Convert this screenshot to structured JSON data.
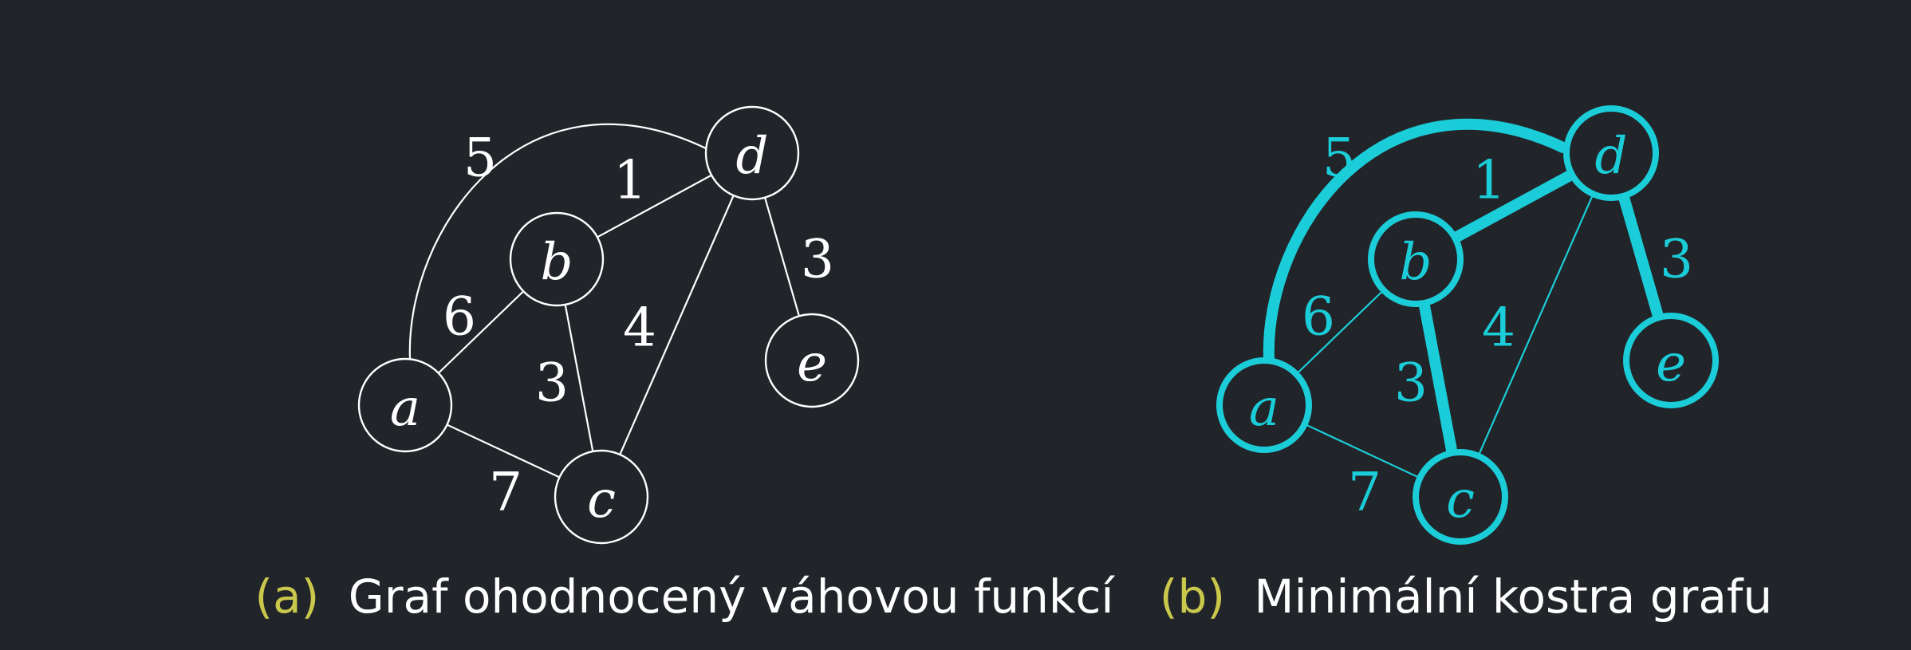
{
  "colors": {
    "background": "#212429",
    "plain": "#ffffff",
    "highlight": "#1bcdd8",
    "caption_marker": "#c9c84c",
    "caption_text": "#ffffff"
  },
  "panels": [
    {
      "id": "a",
      "caption_marker": "(a)",
      "caption_text": "Graf ohodnocený váhovou funkcí",
      "nodes": [
        {
          "id": "a",
          "label": "a",
          "highlighted": false
        },
        {
          "id": "b",
          "label": "b",
          "highlighted": false
        },
        {
          "id": "c",
          "label": "c",
          "highlighted": false
        },
        {
          "id": "d",
          "label": "d",
          "highlighted": false
        },
        {
          "id": "e",
          "label": "e",
          "highlighted": false
        }
      ],
      "edges": [
        {
          "from": "a",
          "to": "d",
          "weight": "5",
          "in_tree": false
        },
        {
          "from": "b",
          "to": "d",
          "weight": "1",
          "in_tree": false
        },
        {
          "from": "d",
          "to": "e",
          "weight": "3",
          "in_tree": false
        },
        {
          "from": "a",
          "to": "b",
          "weight": "6",
          "in_tree": false
        },
        {
          "from": "c",
          "to": "d",
          "weight": "4",
          "in_tree": false
        },
        {
          "from": "b",
          "to": "c",
          "weight": "3",
          "in_tree": false
        },
        {
          "from": "a",
          "to": "c",
          "weight": "7",
          "in_tree": false
        }
      ]
    },
    {
      "id": "b",
      "caption_marker": "(b)",
      "caption_text": "Minimální kostra grafu",
      "nodes": [
        {
          "id": "a",
          "label": "a",
          "highlighted": true
        },
        {
          "id": "b",
          "label": "b",
          "highlighted": true
        },
        {
          "id": "c",
          "label": "c",
          "highlighted": true
        },
        {
          "id": "d",
          "label": "d",
          "highlighted": true
        },
        {
          "id": "e",
          "label": "e",
          "highlighted": true
        }
      ],
      "edges": [
        {
          "from": "a",
          "to": "d",
          "weight": "5",
          "in_tree": true
        },
        {
          "from": "b",
          "to": "d",
          "weight": "1",
          "in_tree": true
        },
        {
          "from": "d",
          "to": "e",
          "weight": "3",
          "in_tree": true
        },
        {
          "from": "a",
          "to": "b",
          "weight": "6",
          "in_tree": false
        },
        {
          "from": "c",
          "to": "d",
          "weight": "4",
          "in_tree": false
        },
        {
          "from": "b",
          "to": "c",
          "weight": "3",
          "in_tree": true
        },
        {
          "from": "a",
          "to": "c",
          "weight": "7",
          "in_tree": false
        }
      ]
    }
  ]
}
